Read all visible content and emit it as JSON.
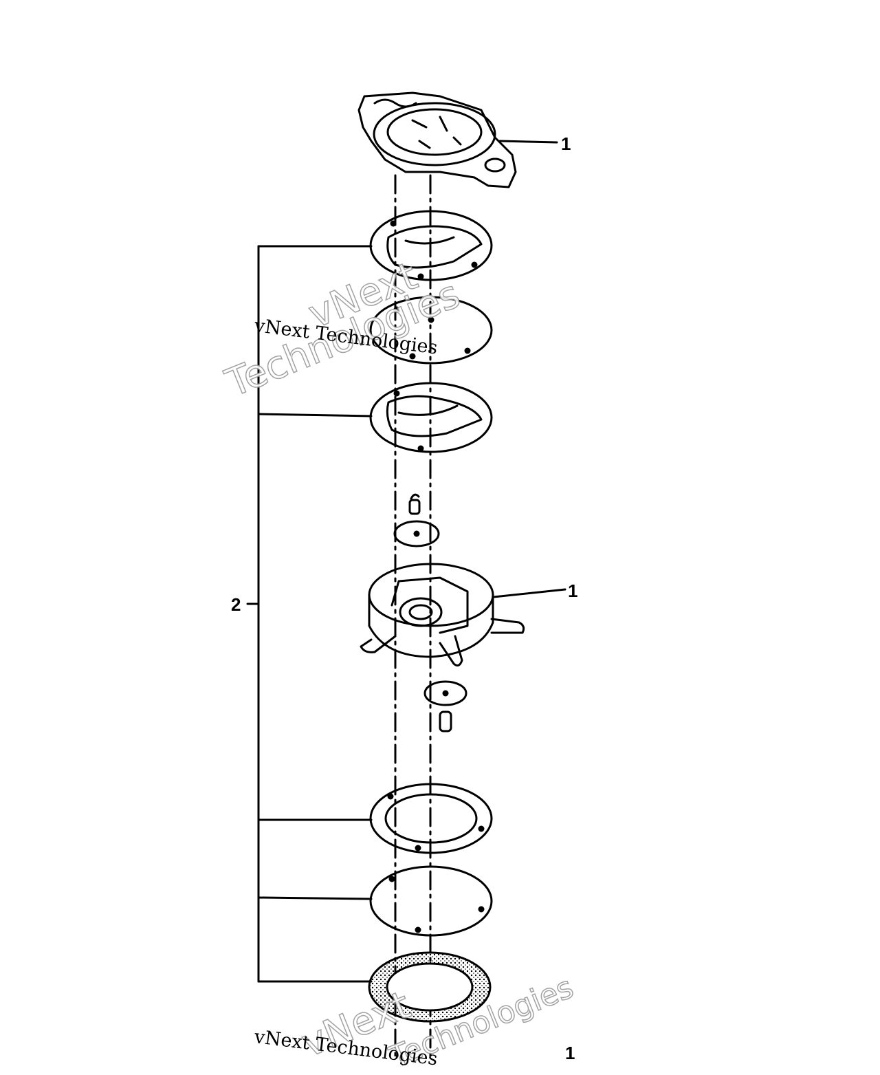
{
  "diagram": {
    "callouts": {
      "cover": "1",
      "gasket_kit": "2",
      "pump_body": "1",
      "bottom_cover": "1"
    },
    "watermarks": {
      "top_brand": "vNext",
      "top_suffix": "Technologies",
      "top_line": "vNext Technologies",
      "bottom_brand": "vNext",
      "bottom_suffix": "Technologies",
      "bottom_line": "vNext Technologies"
    }
  }
}
